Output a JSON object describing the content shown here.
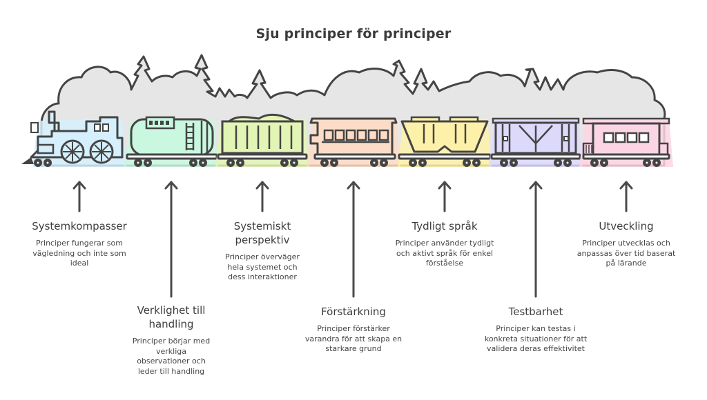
{
  "title": "Sju principer för principer",
  "colors": {
    "stroke": "#444444",
    "forest": "#e6e6e6",
    "arrow": "#4a4a4a"
  },
  "cars": [
    {
      "name": "locomotive",
      "color": "#d5effc"
    },
    {
      "name": "tank-car",
      "color": "#c9f7df"
    },
    {
      "name": "coal-car",
      "color": "#e3f5b5"
    },
    {
      "name": "passenger-car",
      "color": "#fcdcc6"
    },
    {
      "name": "hopper-car",
      "color": "#fdf1a9"
    },
    {
      "name": "box-car",
      "color": "#ddd9fb"
    },
    {
      "name": "caboose",
      "color": "#fbd5e3"
    }
  ],
  "principles": [
    {
      "heading": "Systemkompasser",
      "description": "Principer fungerar som vägledning och inte som ideal"
    },
    {
      "heading": "Verklighet till handling",
      "description": "Principer börjar med verkliga observationer och leder till handling"
    },
    {
      "heading": "Systemiskt perspektiv",
      "description": "Principer överväger hela systemet och dess interaktioner"
    },
    {
      "heading": "Förstärkning",
      "description": "Principer förstärker varandra för att skapa en starkare grund"
    },
    {
      "heading": "Tydligt språk",
      "description": "Principer använder tydligt och aktivt språk för enkel förståelse"
    },
    {
      "heading": "Testbarhet",
      "description": "Principer kan testas i konkreta situationer för att validera deras effektivitet"
    },
    {
      "heading": "Utveckling",
      "description": "Principer utvecklas och anpassas över tid baserat på lärande"
    }
  ]
}
